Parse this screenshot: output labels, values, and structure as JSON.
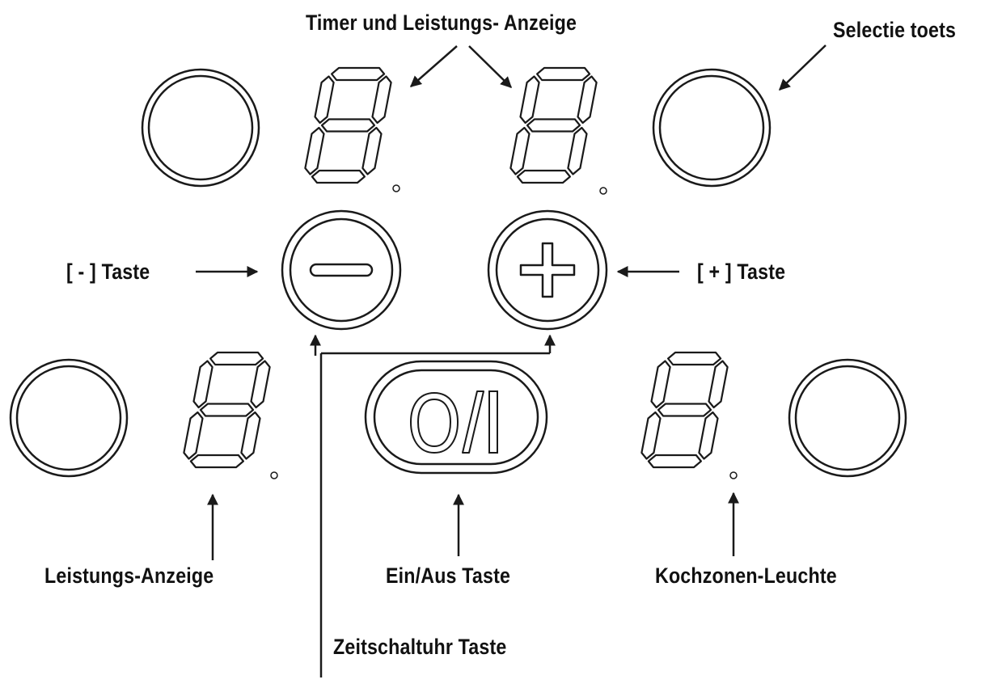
{
  "labels": {
    "timer_power_display": "Timer und Leistungs- Anzeige",
    "select_key": "Selectie toets",
    "minus_key": "[ - ] Taste",
    "plus_key": "[ + ] Taste",
    "power_display": "Leistungs-Anzeige",
    "on_off_key": "Ein/Aus Taste",
    "zone_indicator": "Kochzonen-Leuchte",
    "timer_key": "Zeitschaltuhr Taste"
  },
  "controls": {
    "minus_symbol": "minus-icon",
    "plus_symbol": "plus-icon",
    "on_off_symbol": "power-on-off-icon"
  },
  "colors": {
    "ink": "#1a1a1a",
    "background": "#ffffff"
  }
}
